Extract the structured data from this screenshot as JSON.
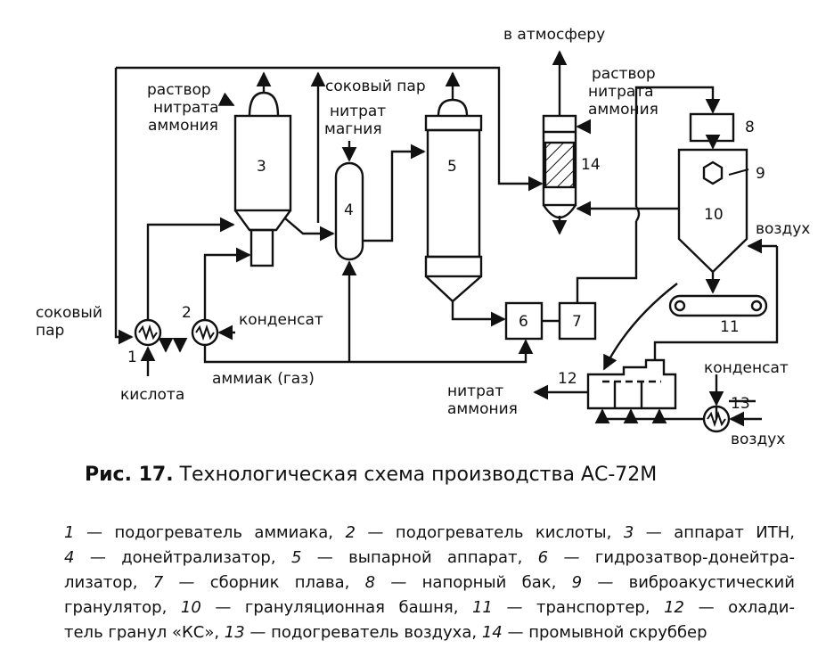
{
  "labels": {
    "to_atmosphere": "в атмосферу",
    "ammonium_nitrate_solution_left": [
      "раствор",
      "нитрата",
      "аммония"
    ],
    "ammonium_nitrate_solution_right": [
      "раствор",
      "нитрата",
      "аммония"
    ],
    "juice_steam_top": "соковый пар",
    "magnesium_nitrate": [
      "нитрат",
      "магния"
    ],
    "juice_steam_left": [
      "соковый",
      "пар"
    ],
    "condensate_left": "конденсат",
    "acid": "кислота",
    "ammonia_gas": "аммиак (газ)",
    "ammonium_nitrate_product": [
      "нитрат",
      "аммония"
    ],
    "air_right": "воздух",
    "condensate_right": "конденсат",
    "air_bottom": "воздух"
  },
  "numbers": [
    "1",
    "2",
    "3",
    "4",
    "5",
    "6",
    "7",
    "8",
    "9",
    "10",
    "11",
    "12",
    "13",
    "14"
  ],
  "caption": {
    "lead": "Рис. 17.",
    "title": "Технологическая схема производства АС-72М"
  },
  "legend": {
    "items": [
      {
        "n": "1",
        "text": "подогреватель аммиака,"
      },
      {
        "n": "2",
        "text": "подогреватель кислоты,"
      },
      {
        "n": "3",
        "text": "аппарат ИТН,"
      },
      {
        "n": "4",
        "text": "донейтрализатор,"
      },
      {
        "n": "5",
        "text": "выпарной аппарат,"
      },
      {
        "n": "6",
        "text": "гидрозатвор-донейтра-"
      },
      {
        "n": "",
        "text": "лизатор,"
      },
      {
        "n": "7",
        "text": "сборник плава,"
      },
      {
        "n": "8",
        "text": "напорный бак,"
      },
      {
        "n": "9",
        "text": "виброакустический"
      },
      {
        "n": "",
        "text": "гранулятор,"
      },
      {
        "n": "10",
        "text": "грануляционная башня,"
      },
      {
        "n": "11",
        "text": "транспортер,"
      },
      {
        "n": "12",
        "text": "охлади-"
      },
      {
        "n": "",
        "text": "тель гранул «КС»,"
      },
      {
        "n": "13",
        "text": "подогреватель воздуха,"
      },
      {
        "n": "14",
        "text": "промывной скруббер"
      }
    ]
  }
}
